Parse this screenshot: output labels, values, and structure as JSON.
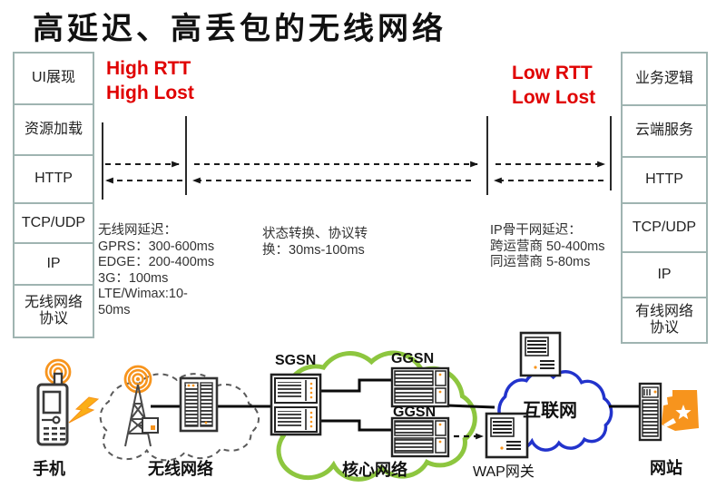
{
  "title": "高延迟、高丢包的无线网络",
  "protocol_stacks": {
    "left": [
      "UI展现",
      "资源加载",
      "HTTP",
      "TCP/UDP",
      "IP",
      "无线网络\n协议"
    ],
    "right": [
      "业务逻辑",
      "云端服务",
      "HTTP",
      "TCP/UDP",
      "IP",
      "有线网络\n协议"
    ]
  },
  "annotations": {
    "high": [
      "High RTT",
      "High Lost"
    ],
    "low": [
      "Low RTT",
      "Low Lost"
    ]
  },
  "latency_notes": {
    "wireless": "无线网延迟：\nGPRS：300-600ms\nEDGE：200-400ms\n3G：100ms\nLTE/Wimax:10-\n50ms",
    "transition": "状态转换、协议转\n换：30ms-100ms",
    "backbone": "IP骨干网延迟：\n跨运营商 50-400ms\n同运营商 5-80ms"
  },
  "diagram": {
    "sgsn": "SGSN",
    "ggsn_top": "GGSN",
    "ggsn_bottom": "GGSN",
    "internet": "互联网",
    "labels": {
      "phone": "手机",
      "wireless": "无线网络",
      "core": "核心网络",
      "wap": "WAP网关",
      "website": "网站"
    }
  },
  "colors": {
    "red": "#e00000",
    "green_cloud": "#8dc63f",
    "blue_cloud": "#2233cc",
    "orange": "#f7941d",
    "stack_border": "#9fb4b1"
  }
}
